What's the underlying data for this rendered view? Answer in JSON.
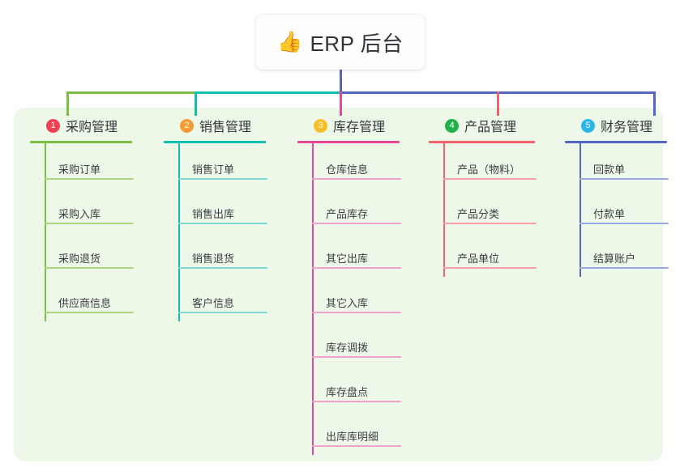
{
  "root": {
    "icon": "thumbs-up-icon",
    "icon_glyph": "👍",
    "title": "ERP 后台"
  },
  "panel": {
    "background": "#eef8e9"
  },
  "connector": {
    "stem_color": "#5566c4",
    "segments": [
      {
        "name": "green-bar",
        "color": "#7ac143"
      },
      {
        "name": "teal-bar",
        "color": "#12bfae"
      },
      {
        "name": "blue-bar",
        "color": "#5566c4"
      }
    ]
  },
  "columns": [
    {
      "number": "1",
      "title": "采购管理",
      "badge_color": "#ef4056",
      "line_color": "#7ac143",
      "item_line_color": "#a9d87c",
      "drop_color": "#7ac143",
      "items": [
        "采购订单",
        "采购入库",
        "采购退货",
        "供应商信息"
      ]
    },
    {
      "number": "2",
      "title": "销售管理",
      "badge_color": "#f59b32",
      "line_color": "#12bfae",
      "item_line_color": "#7dd9d0",
      "drop_color": "#12bfae",
      "items": [
        "销售订单",
        "销售出库",
        "销售退货",
        "客户信息"
      ]
    },
    {
      "number": "3",
      "title": "库存管理",
      "badge_color": "#f6bf26",
      "line_color": "#e8469a",
      "item_line_color": "#efa3c9",
      "drop_color": "#e8469a",
      "items": [
        "仓库信息",
        "产品库存",
        "其它出库",
        "其它入库",
        "库存调拨",
        "库存盘点",
        "出库库明细"
      ]
    },
    {
      "number": "4",
      "title": "产品管理",
      "badge_color": "#22b24c",
      "line_color": "#f4606c",
      "item_line_color": "#f8a0a6",
      "drop_color": "#f4606c",
      "items": [
        "产品（物料）",
        "产品分类",
        "产品单位"
      ]
    },
    {
      "number": "5",
      "title": "财务管理",
      "badge_color": "#29b6e8",
      "line_color": "#5566c4",
      "item_line_color": "#9aa7e0",
      "drop_color": "#5566c4",
      "items": [
        "回款单",
        "付款单",
        "结算账户"
      ]
    }
  ]
}
